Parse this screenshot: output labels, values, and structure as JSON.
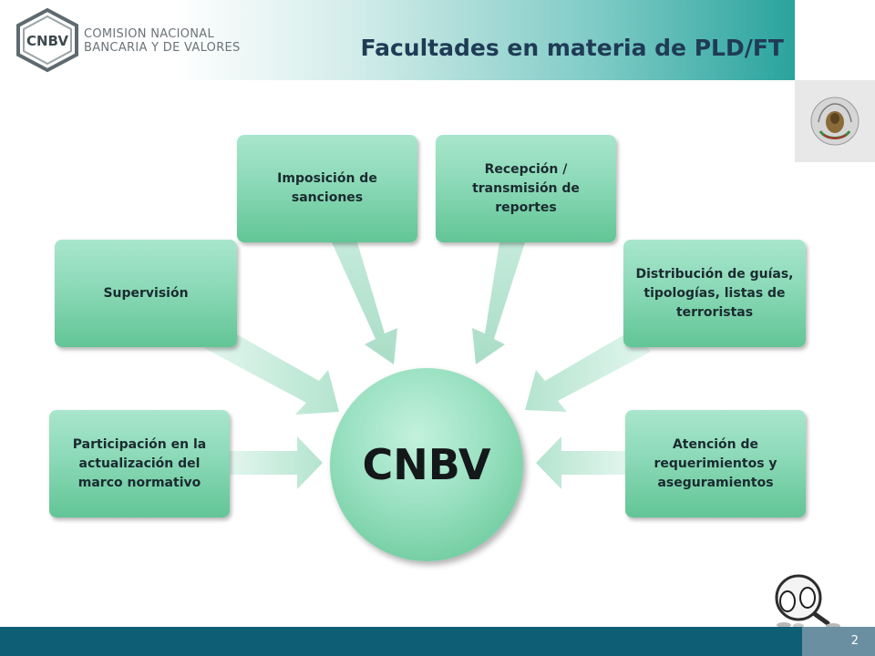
{
  "header": {
    "org_line1": "COMISION NACIONAL",
    "org_line2": "BANCARIA Y DE VALORES",
    "logo_text": "CNBV",
    "title": "Facultades en materia de PLD/FT"
  },
  "diagram": {
    "center": "CNBV",
    "nodes": [
      "Participación en la actualización del marco normativo",
      "Supervisión",
      "Imposición de sanciones",
      "Recepción / transmisión de reportes",
      "Distribución de guías, tipologías, listas de terroristas",
      "Atención de requerimientos y aseguramientos"
    ]
  },
  "footer": {
    "page_number": "2"
  },
  "colors": {
    "node_green": "#8bd9b7",
    "title_navy": "#1f3b55",
    "teal": "#2aa39d",
    "footer_bar": "#0e5f76"
  },
  "icons": [
    "cnbv-logo-icon",
    "mexico-seal-icon",
    "magnifier-eyes-icon"
  ]
}
